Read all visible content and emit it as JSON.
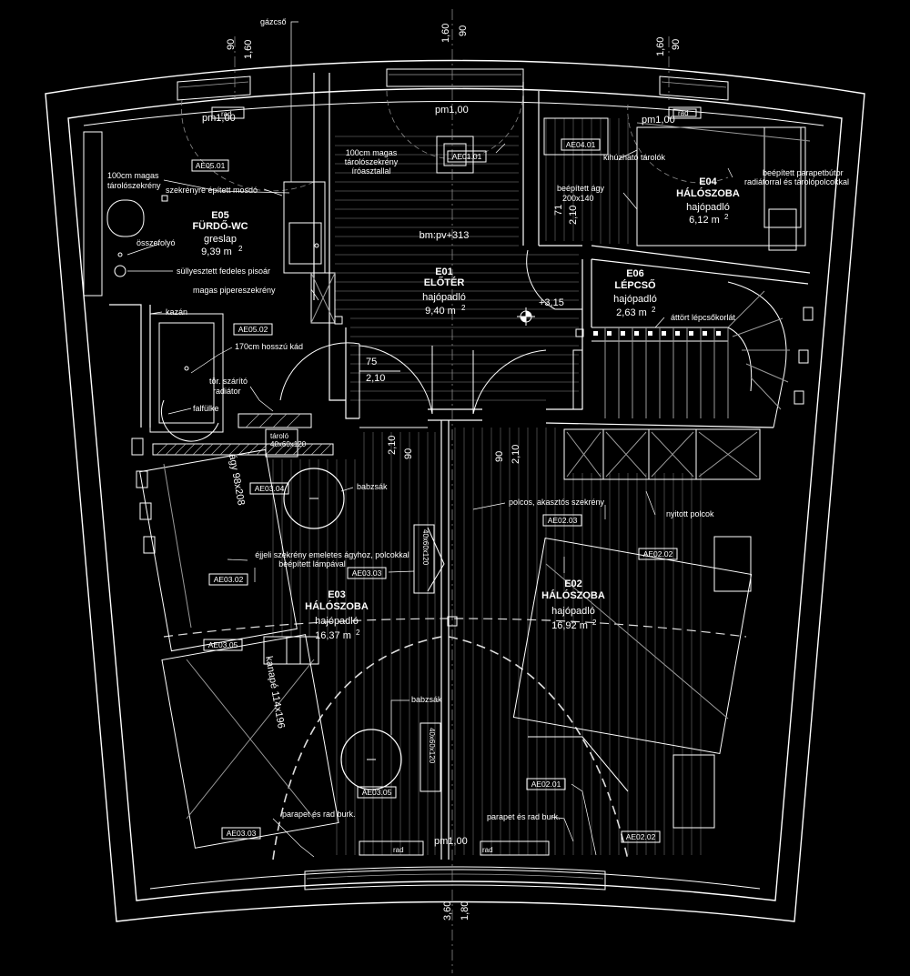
{
  "rooms": {
    "e01": {
      "id": "E01",
      "name": "ELŐTÉR",
      "floor": "hajópadló",
      "area": "9,40 m",
      "level": "bm:pv+313"
    },
    "e02": {
      "id": "E02",
      "name": "HÁLÓSZOBA",
      "floor": "hajópadló",
      "area": "16,92 m"
    },
    "e03": {
      "id": "E03",
      "name": "HÁLÓSZOBA",
      "floor": "hajópadló",
      "area": "16,37 m"
    },
    "e04": {
      "id": "E04",
      "name": "HÁLÓSZOBA",
      "floor": "hajópadló",
      "area": "6,12 m"
    },
    "e05": {
      "id": "E05",
      "name": "FÜRDŐ-WC",
      "floor": "greslap",
      "area": "9,39 m"
    },
    "e06": {
      "id": "E06",
      "name": "LÉPCSŐ",
      "floor": "hajópadló",
      "area": "2,63 m"
    },
    "area_sup": "2"
  },
  "codes": {
    "ae0101": "AE01.01",
    "ae0201": "AE02.01",
    "ae0202": "AE02.02",
    "ae0203": "AE02.03",
    "ae0302": "AE03.02",
    "ae0303": "AE03.03",
    "ae0304": "AE03.04",
    "ae0305": "AE03.05",
    "ae0401": "AE04.01",
    "ae0501": "AE05.01",
    "ae0502": "AE05.02"
  },
  "labels": {
    "gazcso": "gázcső",
    "pm100": "pm1,00",
    "rad": "rad",
    "taroloszekreny_magas_1": "100cm magas",
    "taroloszekreny_magas_2": "tárolószekrény",
    "iroasztal_1": "100cm magas",
    "iroasztal_2": "tárolószekrény",
    "iroasztal_3": "íróasztallal",
    "mosdo": "szekrényre épített mosdó",
    "osszefolyo": "összefolyó",
    "pisoar": "süllyesztett fedeles pisoár",
    "piperes": "magas pipereszekrény",
    "kazan": "kazán",
    "kad": "170cm hosszú kád",
    "szarito_1": "tör. szárító",
    "szarito_2": "radiátor",
    "falfulke": "falfülke",
    "kihuzhato": "kihúzható tárolók",
    "beepitett_agy_1": "beépített ágy",
    "beepitett_agy_2": "200x140",
    "parapetbutor_1": "beépített parapetbútor",
    "parapetbutor_2": "radiátorral és tárolópolcokkal",
    "attort": "áttört lépcsőkorlát",
    "level_315": "+3,15",
    "babzsak": "babzsák",
    "polcos": "polcos, akasztós szekrény",
    "nyitott": "nyitott polcok",
    "ejjeli_1": "éjjeli szekrény emeletes ágyhoz, polcokkal",
    "ejjeli_2": "beépített lámpával",
    "agy": "ágy 98x208",
    "kanape": "kanapé 114x196",
    "parapet_burk": "parapet és rad burk.",
    "small_tag": "tároló",
    "small_tag_2": "40x60x120"
  },
  "dimensions": {
    "top_center": [
      "1,60",
      "90"
    ],
    "top_left": [
      "90",
      "1,60"
    ],
    "top_right": [
      "1,60",
      "90"
    ],
    "door_e01": [
      "75",
      "2,10"
    ],
    "door_e04": [
      "71",
      "2,10"
    ],
    "door_e03": [
      "2,10",
      "90"
    ],
    "door_e02": [
      "90",
      "2,10"
    ],
    "bottom_center": [
      "3,60",
      "1,80"
    ]
  }
}
